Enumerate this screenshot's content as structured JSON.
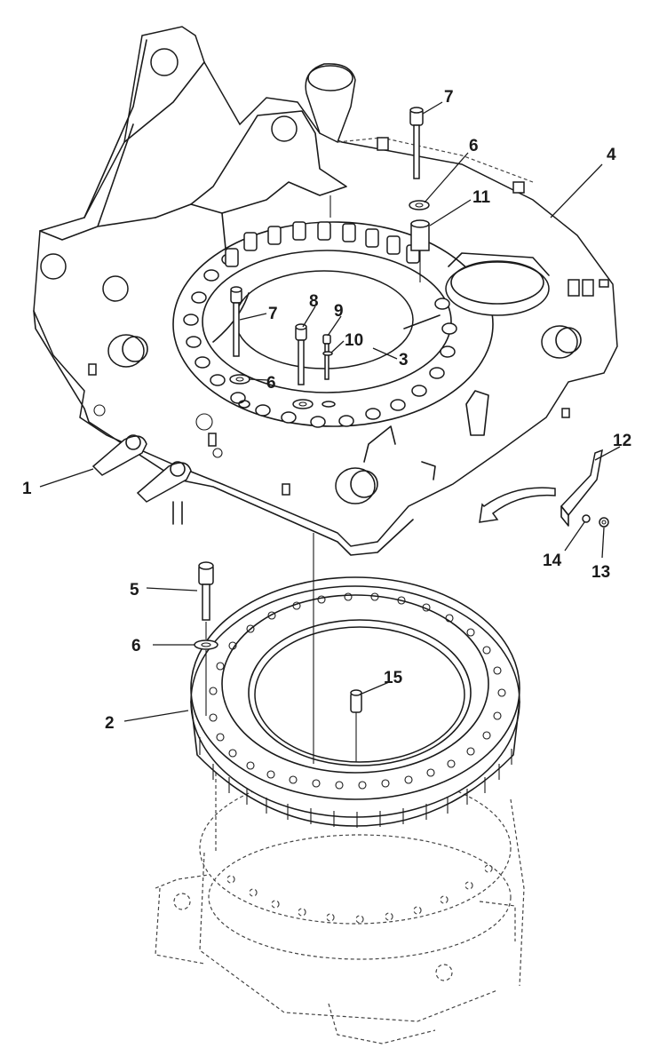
{
  "callouts": {
    "c1": "1",
    "c2": "2",
    "c3": "3",
    "c4": "4",
    "c5": "5",
    "c6_top": "6",
    "c6_mid": "6",
    "c6_low": "6",
    "c7_top": "7",
    "c7_mid": "7",
    "c8": "8",
    "c9": "9",
    "c10": "10",
    "c11": "11",
    "c12": "12",
    "c13": "13",
    "c14": "14",
    "c15": "15"
  }
}
